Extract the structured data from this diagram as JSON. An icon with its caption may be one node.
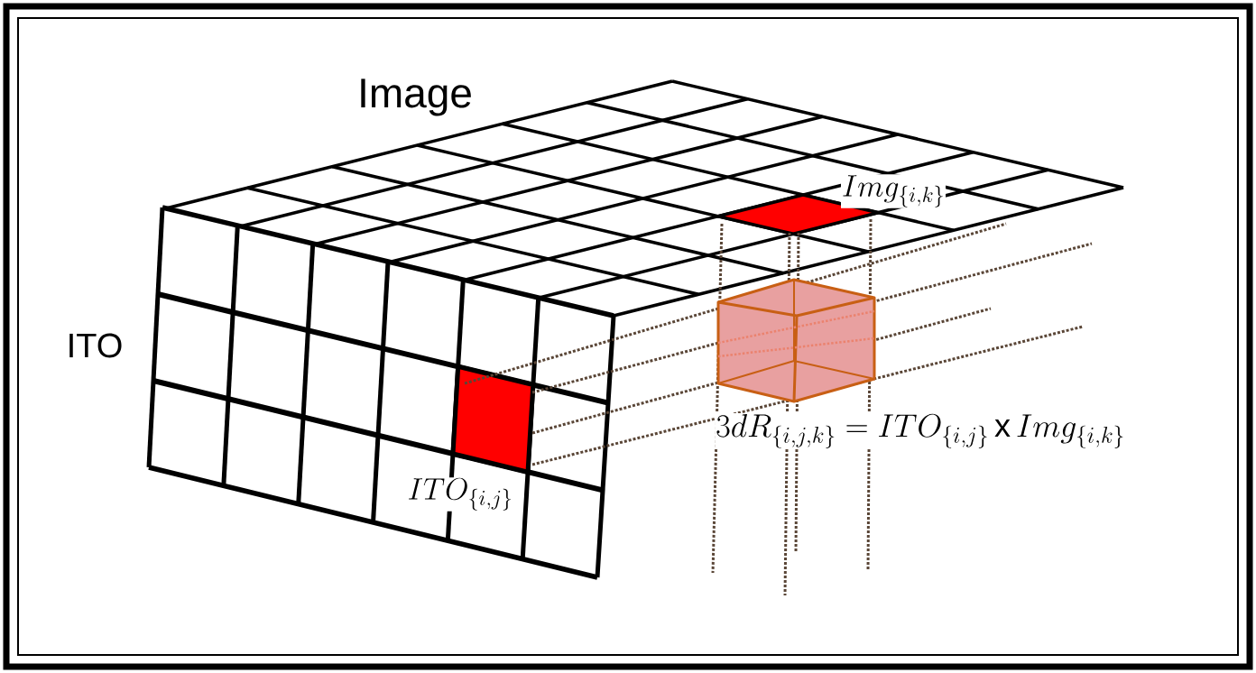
{
  "diagram": {
    "labels": [
      "Image",
      "ITO",
      "Img_{\\{i,k\\}}",
      "ITO_{\\{i,j\\}}",
      "3dR_{\\{i,j,k\\}} = ITO_{\\{i,j\\}}\\,\\mathrm{x}\\,Img_{\\{i,k\\}}"
    ]
  }
}
